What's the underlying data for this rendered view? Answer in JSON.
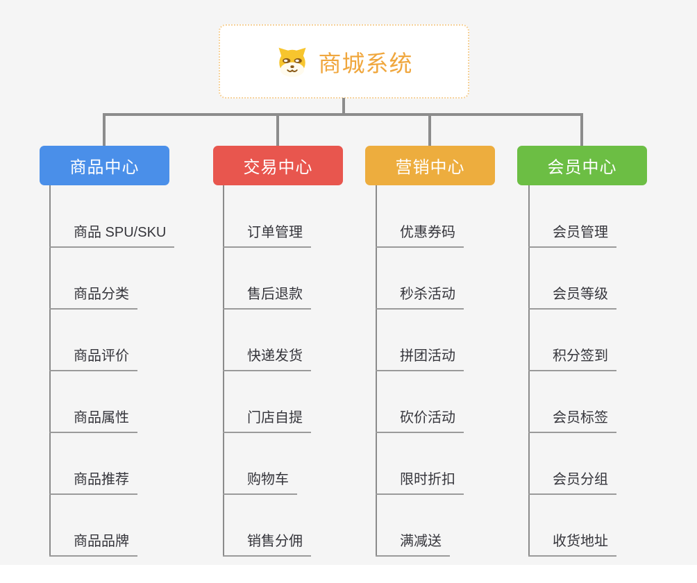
{
  "root": {
    "title": "商城系统",
    "icon": "dog-icon",
    "title_color": "#F0A73E",
    "border_color": "#F6D198"
  },
  "connector_color": "#8C8C8C",
  "branches": [
    {
      "label": "商品中心",
      "color": "#4A8FE9",
      "items": [
        "商品 SPU/SKU",
        "商品分类",
        "商品评价",
        "商品属性",
        "商品推荐",
        "商品品牌"
      ]
    },
    {
      "label": "交易中心",
      "color": "#E8564E",
      "items": [
        "订单管理",
        "售后退款",
        "快递发货",
        "门店自提",
        "购物车",
        "销售分佣"
      ]
    },
    {
      "label": "营销中心",
      "color": "#EDAD3E",
      "items": [
        "优惠券码",
        "秒杀活动",
        "拼团活动",
        "砍价活动",
        "限时折扣",
        "满减送"
      ]
    },
    {
      "label": "会员中心",
      "color": "#6CBE44",
      "items": [
        "会员管理",
        "会员等级",
        "积分签到",
        "会员标签",
        "会员分组",
        "收货地址"
      ]
    }
  ]
}
